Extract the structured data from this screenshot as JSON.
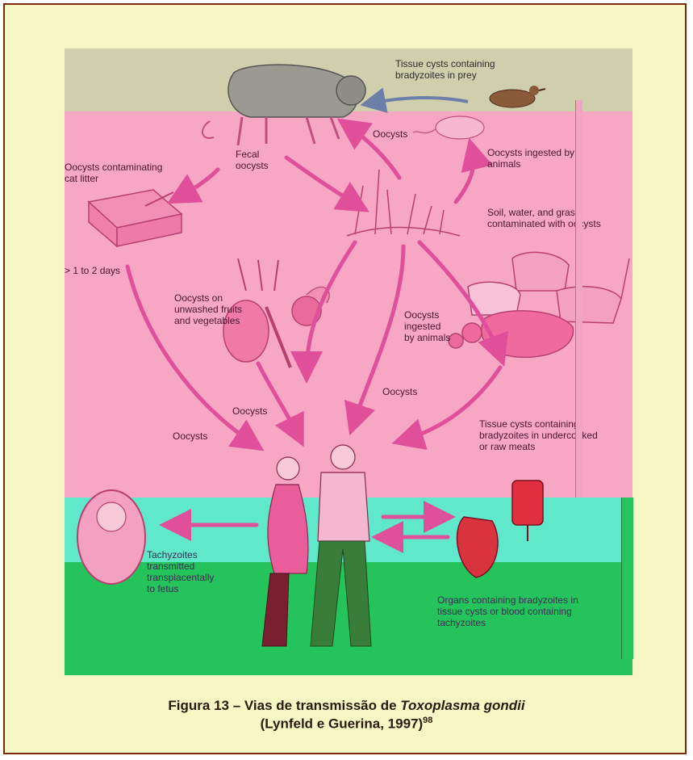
{
  "diagram": {
    "labels": {
      "tissue_cysts_prey": "Tissue cysts containing\nbradyzoites in prey",
      "oocysts_top": "Oocysts",
      "oocysts_ingested_animals_top": "Oocysts ingested by\nanimals",
      "fecal_oocysts": "Fecal\noocysts",
      "oocysts_cat_litter": "Oocysts contaminating\ncat litter",
      "soil_water_grass": "Soil, water, and grass\ncontaminated with oocysts",
      "one_to_two_days": "> 1 to 2 days",
      "oocysts_fruits": "Oocysts on\nunwashed fruits\nand vegetables",
      "oocysts_ingested_by_animals": "Oocysts\ningested\nby animals",
      "oocysts_mid_left": "Oocysts",
      "oocysts_mid_center": "Oocysts",
      "oocysts_left": "Oocysts",
      "tissue_cysts_meats": "Tissue cysts containing\nbradyzoites in undercooked\nor raw meats",
      "tachyzoites": "Tachyzoites\ntransmitted\ntransplacentally\nto fetus",
      "organs_bradyzoites": "Organs containing bradyzoites in\ntissue cysts or blood containing\ntachyzoites"
    },
    "colors": {
      "frame_bg": "#f6f7c4",
      "frame_border": "#7a2a0c",
      "pink": "#f7a6c4",
      "arrow": "#e0509a",
      "cyan": "#5fe8c9",
      "green": "#24c35b"
    }
  },
  "caption": {
    "line1_prefix": "Figura 13  – Vias de transmissão de ",
    "line1_italic": "Toxoplasma gondii",
    "line2": "(Lynfeld e Guerina, 1997)",
    "ref": "98"
  }
}
